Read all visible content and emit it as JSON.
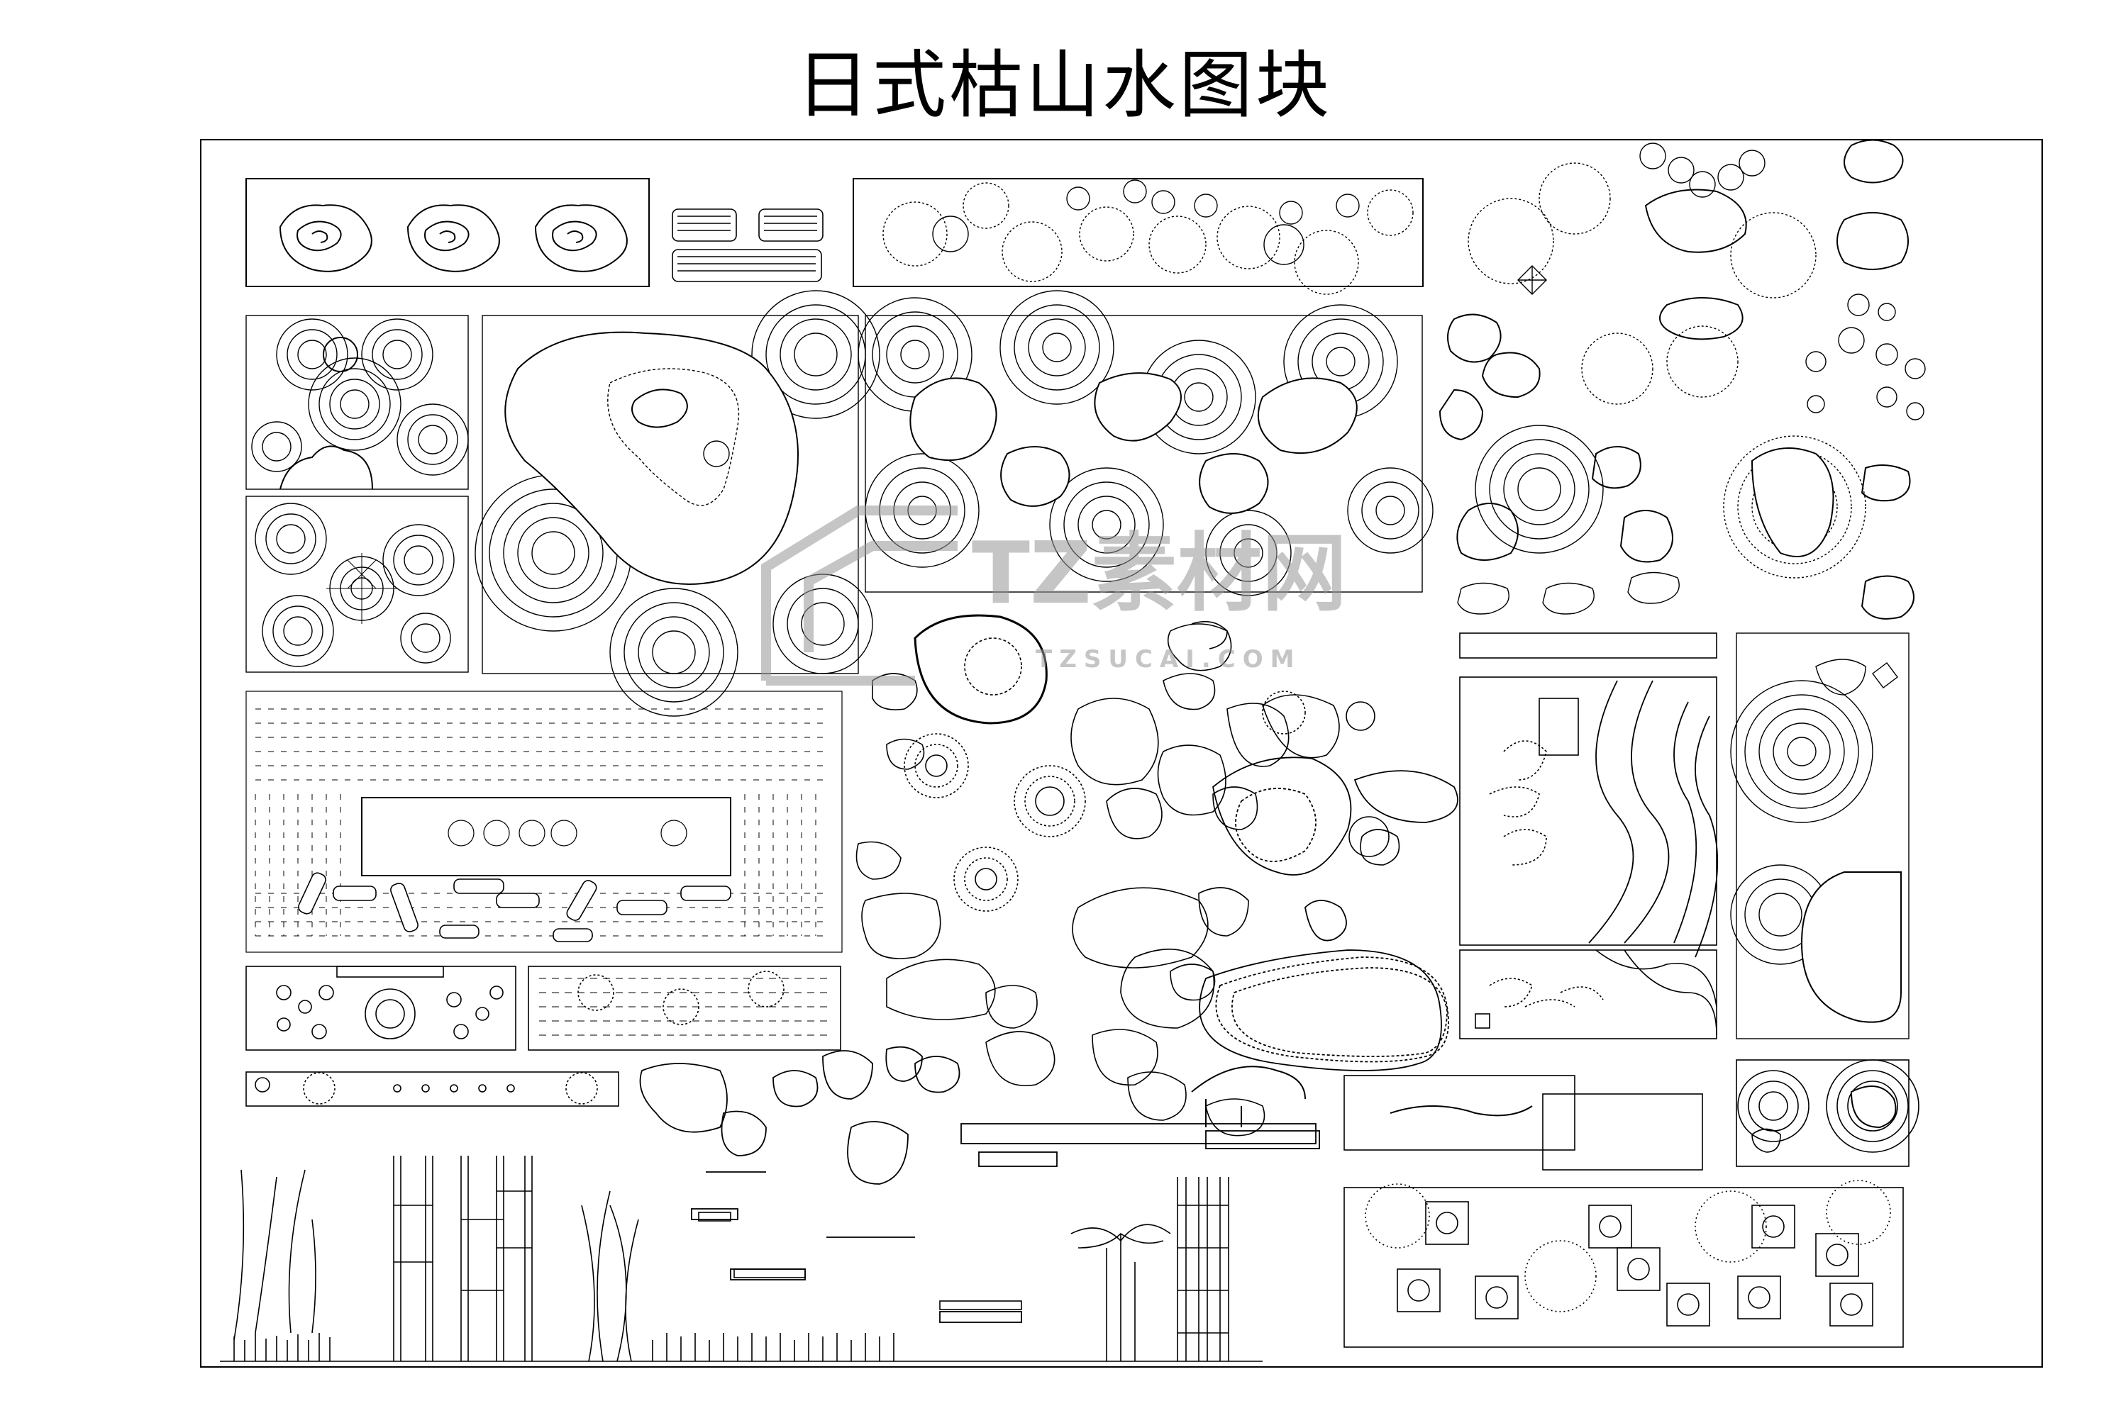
{
  "title": "日式枯山水图块",
  "watermark": {
    "brand": "TZ素材网",
    "url": "TZSUCAI.COM"
  },
  "colors": {
    "ink": "#000000",
    "paper": "#ffffff",
    "watermark": "#969696"
  },
  "drawing_blocks": [
    "rock-outline-plans",
    "wood-plank-plans",
    "pine-shrub-row",
    "ripple-sand-pattern-1",
    "island-ripple-garden",
    "stone-ripple-field",
    "tree-rock-cluster-plan",
    "ripple-garden-2",
    "pebble-field-with-stepping-circles",
    "gravel-strips",
    "stone-cluster-plan",
    "stream-tree-panels",
    "ripple-tree-panel",
    "spiky-shrub-square-pavers",
    "bamboo-plant-elevations"
  ]
}
